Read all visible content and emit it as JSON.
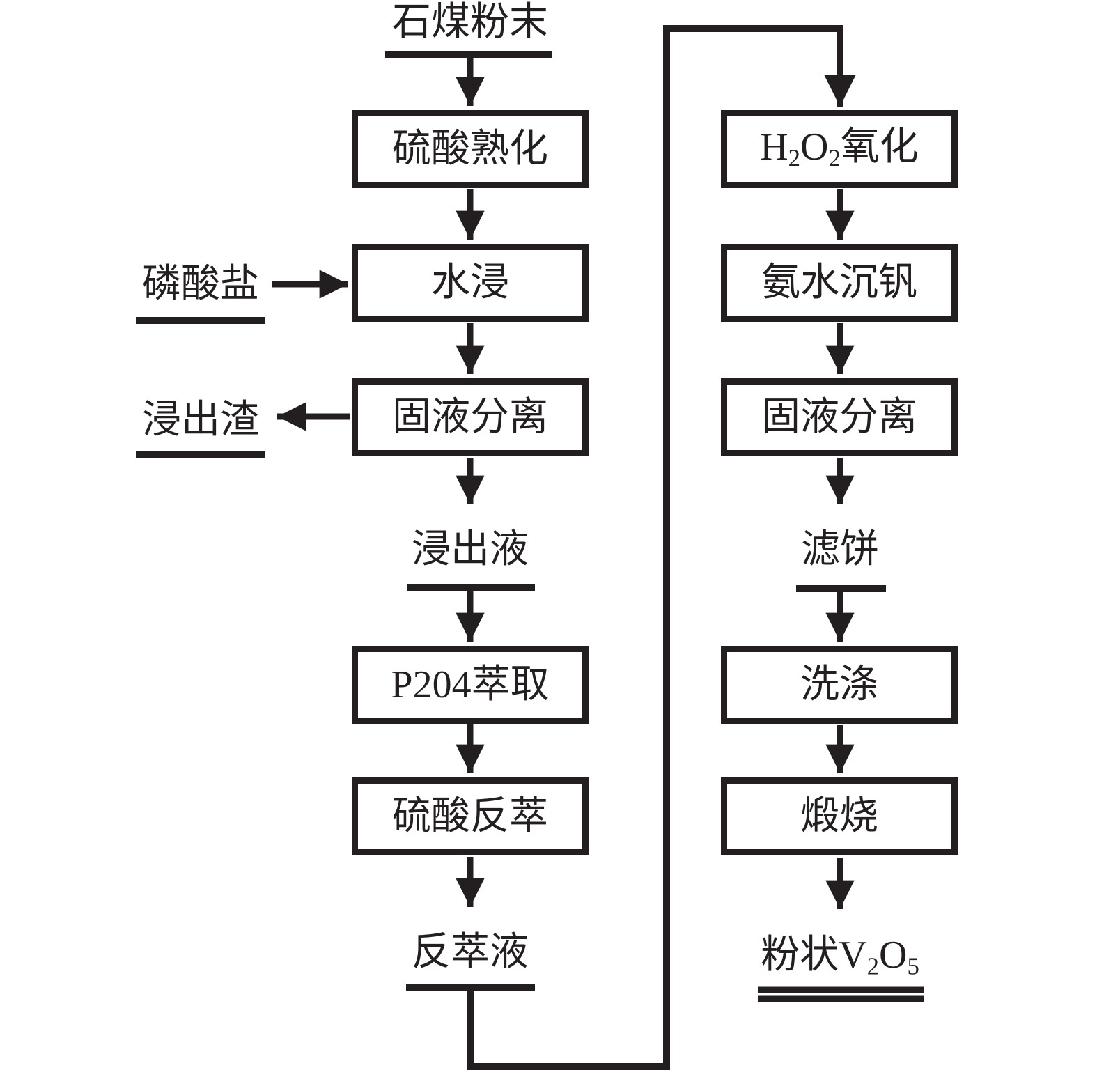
{
  "diagram": {
    "background_color": "#ffffff",
    "line_color": "#231f20",
    "left_column": {
      "source_label": "石煤粉末",
      "box_acid_curing": "硫酸熟化",
      "box_water_leaching": "水浸",
      "box_solid_liquid_separation": "固液分离",
      "box_p204_extraction": "P204萃取",
      "box_acid_stripping": "硫酸反萃",
      "input_phosphate": "磷酸盐",
      "output_residue": "浸出渣",
      "label_leachate": "浸出液",
      "label_strip_liquor": "反萃液"
    },
    "right_column": {
      "box_oxidation": {
        "t1": "H",
        "sub1": "2",
        "t2": "O",
        "sub2": "2",
        "t3": "氧化"
      },
      "box_ammonia_precipitation": "氨水沉钒",
      "box_solid_liquid_separation": "固液分离",
      "box_washing": "洗涤",
      "box_calcination": "煅烧",
      "label_filter_cake": "滤饼",
      "label_product": {
        "t1": "粉状V",
        "sub1": "2",
        "t2": "O",
        "sub2": "5"
      }
    }
  }
}
